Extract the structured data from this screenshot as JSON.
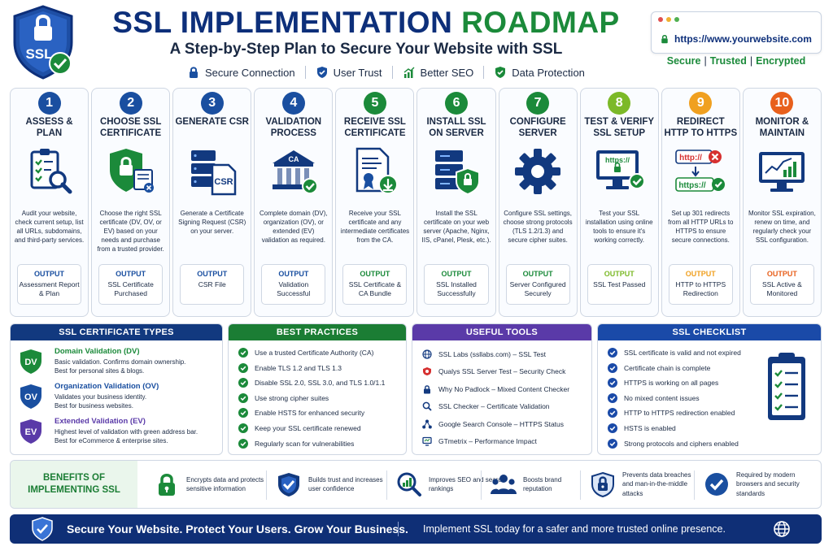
{
  "header": {
    "title_part1": "SSL IMPLEMENTATION",
    "title_part2": "ROADMAP",
    "subtitle": "A Step-by-Step Plan to Secure Your Website with SSL",
    "logo_text": "SSL",
    "features": [
      {
        "label": "Secure Connection",
        "icon": "padlock-icon"
      },
      {
        "label": "User Trust",
        "icon": "shield-check-icon"
      },
      {
        "label": "Better SEO",
        "icon": "growth-chart-icon"
      },
      {
        "label": "Data Protection",
        "icon": "shield-check-icon"
      }
    ],
    "browser_url": "https://www.yourwebsite.com",
    "tagline": [
      "Secure",
      "Trusted",
      "Encrypted"
    ]
  },
  "steps": [
    {
      "num": "1",
      "title": "ASSESS & PLAN",
      "color": "#1a4fa0",
      "icon": "checklist-magnifier-icon",
      "desc": "Audit your website, check current setup, list all URLs, subdomains, and third-party services.",
      "output_label": "OUTPUT",
      "output": "Assessment Report & Plan"
    },
    {
      "num": "2",
      "title": "CHOOSE SSL CERTIFICATE",
      "color": "#1a4fa0",
      "icon": "shield-certificate-icon",
      "desc": "Choose the right SSL certificate (DV, OV, or EV) based on your needs and purchase from a trusted provider.",
      "output_label": "OUTPUT",
      "output": "SSL Certificate Purchased"
    },
    {
      "num": "3",
      "title": "GENERATE CSR",
      "color": "#1a4fa0",
      "icon": "server-csr-icon",
      "desc": "Generate a Certificate Signing Request (CSR) on your server.",
      "output_label": "OUTPUT",
      "output": "CSR File"
    },
    {
      "num": "4",
      "title": "VALIDATION PROCESS",
      "color": "#1a4fa0",
      "icon": "ca-building-icon",
      "desc": "Complete domain (DV), organization (OV), or extended (EV) validation as required.",
      "output_label": "OUTPUT",
      "output": "Validation Successful"
    },
    {
      "num": "5",
      "title": "RECEIVE SSL CERTIFICATE",
      "color": "#1b8a3a",
      "icon": "certificate-download-icon",
      "desc": "Receive your SSL certificate and any intermediate certificates from the CA.",
      "output_label": "OUTPUT",
      "output": "SSL Certificate & CA Bundle"
    },
    {
      "num": "6",
      "title": "INSTALL SSL ON SERVER",
      "color": "#1b8a3a",
      "icon": "server-shield-icon",
      "desc": "Install the SSL certificate on your web server (Apache, Nginx, IIS, cPanel, Plesk, etc.).",
      "output_label": "OUTPUT",
      "output": "SSL Installed Successfully"
    },
    {
      "num": "7",
      "title": "CONFIGURE SERVER",
      "color": "#1b8a3a",
      "icon": "gear-icon",
      "desc": "Configure SSL settings, choose strong protocols (TLS 1.2/1.3) and secure cipher suites.",
      "output_label": "OUTPUT",
      "output": "Server Configured Securely"
    },
    {
      "num": "8",
      "title": "TEST & VERIFY SSL SETUP",
      "color": "#7cb928",
      "icon": "monitor-https-icon",
      "desc": "Test your SSL installation using online tools to ensure it's working correctly.",
      "output_label": "OUTPUT",
      "output": "SSL Test Passed"
    },
    {
      "num": "9",
      "title": "REDIRECT HTTP TO HTTPS",
      "color": "#f0a020",
      "icon": "redirect-icon",
      "desc": "Set up 301 redirects from all HTTP URLs to HTTPS to ensure secure connections.",
      "output_label": "OUTPUT",
      "output": "HTTP to HTTPS Redirection",
      "http": "http://",
      "https": "https://"
    },
    {
      "num": "10",
      "title": "MONITOR & MAINTAIN",
      "color": "#e8601c",
      "icon": "monitor-chart-icon",
      "desc": "Monitor SSL expiration, renew on time, and regularly check your SSL configuration.",
      "output_label": "OUTPUT",
      "output": "SSL Active & Monitored"
    }
  ],
  "browser_https": "https://",
  "csr_label": "CSR",
  "ca_label": "CA",
  "types": {
    "heading": "SSL CERTIFICATE TYPES",
    "items": [
      {
        "badge": "DV",
        "color": "#1b8a3a",
        "name": "Domain Validation (DV)",
        "desc1": "Basic validation. Confirms domain ownership.",
        "desc2": "Best for personal sites & blogs."
      },
      {
        "badge": "OV",
        "color": "#1a4fa0",
        "name": "Organization Validation (OV)",
        "desc1": "Validates your business identity.",
        "desc2": "Best for business websites."
      },
      {
        "badge": "EV",
        "color": "#5a3aa8",
        "name": "Extended Validation (EV)",
        "desc1": "Highest level of validation with green address bar.",
        "desc2": "Best for eCommerce & enterprise sites."
      }
    ]
  },
  "best": {
    "heading": "BEST PRACTICES",
    "items": [
      "Use a trusted Certificate Authority (CA)",
      "Enable TLS 1.2 and TLS 1.3",
      "Disable SSL 2.0, SSL 3.0, and TLS 1.0/1.1",
      "Use strong cipher suites",
      "Enable HSTS for enhanced security",
      "Keep your SSL certificate renewed",
      "Regularly scan for vulnerabilities"
    ]
  },
  "tools": {
    "heading": "USEFUL TOOLS",
    "items": [
      {
        "label": "SSL Labs (ssllabs.com) – SSL Test",
        "icon": "globe-icon"
      },
      {
        "label": "Qualys SSL Server Test – Security Check",
        "icon": "qualys-icon"
      },
      {
        "label": "Why No Padlock – Mixed Content Checker",
        "icon": "padlock-icon"
      },
      {
        "label": "SSL Checker – Certificate Validation",
        "icon": "magnifier-icon"
      },
      {
        "label": "Google Search Console – HTTPS Status",
        "icon": "network-icon"
      },
      {
        "label": "GTmetrix – Performance Impact",
        "icon": "monitor-icon"
      }
    ]
  },
  "checklist": {
    "heading": "SSL CHECKLIST",
    "items": [
      "SSL certificate is valid and not expired",
      "Certificate chain is complete",
      "HTTPS is working on all pages",
      "No mixed content issues",
      "HTTP to HTTPS redirection enabled",
      "HSTS is enabled",
      "Strong protocols and ciphers enabled"
    ]
  },
  "benefits": {
    "title_line1": "BENEFITS OF",
    "title_line2": "IMPLEMENTING SSL",
    "items": [
      {
        "text": "Encrypts data and protects sensitive information",
        "icon": "padlock-icon"
      },
      {
        "text": "Builds trust and increases user confidence",
        "icon": "shield-check-icon"
      },
      {
        "text": "Improves SEO and search rankings",
        "icon": "seo-magnifier-icon"
      },
      {
        "text": "Boosts brand reputation",
        "icon": "users-icon"
      },
      {
        "text": "Prevents data breaches and man-in-the-middle attacks",
        "icon": "lock-shield-icon"
      },
      {
        "text": "Required by modern browsers and security standards",
        "icon": "check-circle-icon"
      }
    ]
  },
  "footer": {
    "slogan": "Secure Your Website. Protect Your Users. Grow Your Business.",
    "cta": "Implement SSL today for a safer and more trusted online presence."
  }
}
